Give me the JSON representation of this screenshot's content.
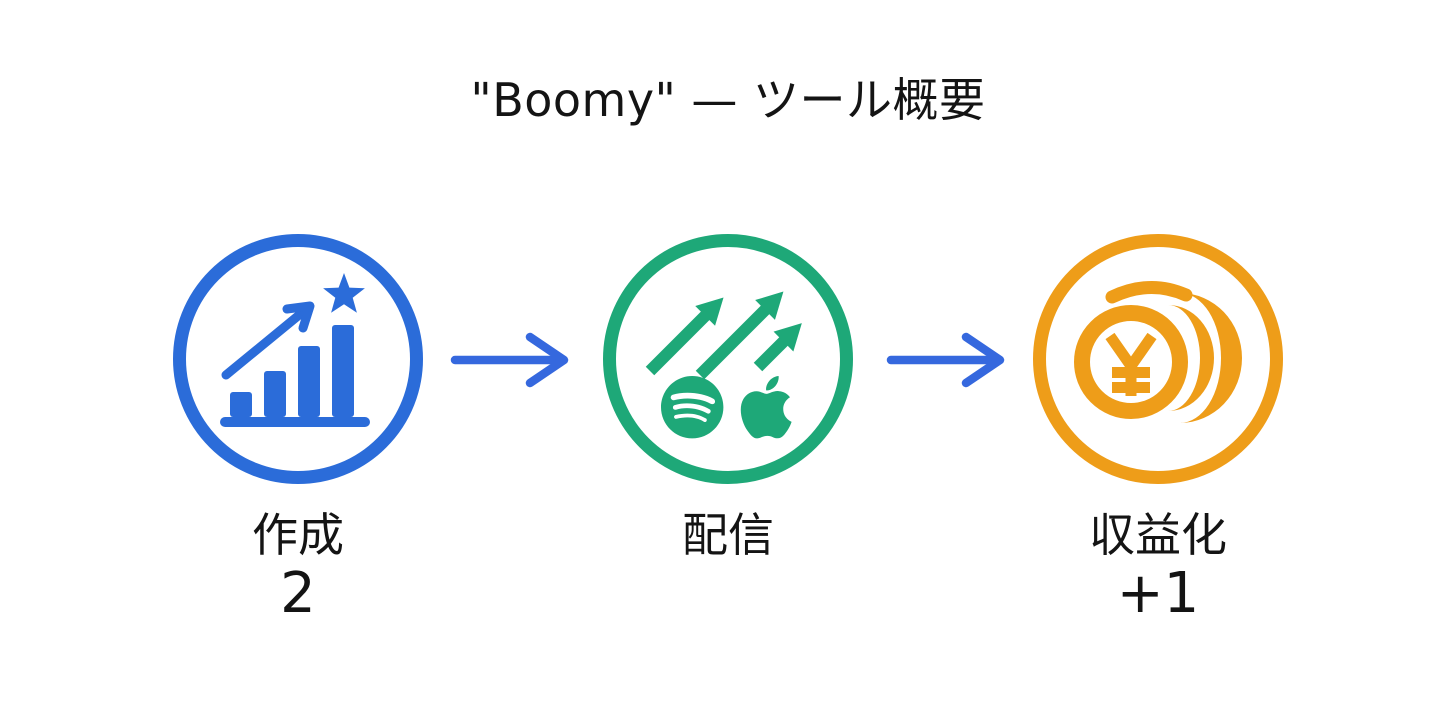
{
  "title": "\"Boomy\" — ツール概要",
  "steps": [
    {
      "label": "作成",
      "number": "2",
      "color": "#2B6CD9",
      "icon": "bar-chart-growth-star-icon"
    },
    {
      "label": "配信",
      "number": "",
      "color": "#1EA878",
      "icon": "growth-arrows-spotify-apple-icon"
    },
    {
      "label": "収益化",
      "number": "+1",
      "color": "#EE9D19",
      "icon": "yen-coins-icon"
    }
  ],
  "arrows": {
    "color": "#3568DE",
    "glyph": "right-arrow"
  },
  "colors": {
    "background": "#FFFFFF",
    "text": "#141414"
  }
}
